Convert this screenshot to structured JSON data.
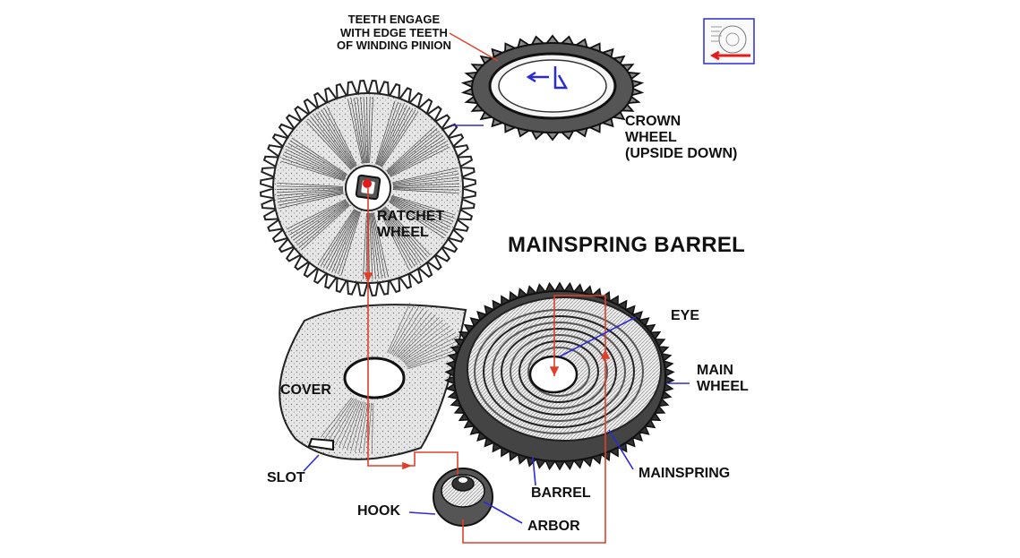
{
  "title": "MAINSPRING BARREL",
  "labels": {
    "teeth_engage": [
      "TEETH ENGAGE",
      "WITH EDGE TEETH",
      "OF WINDING PINION"
    ],
    "crown_wheel": [
      "CROWN",
      "WHEEL",
      "(UPSIDE DOWN)"
    ],
    "ratchet_wheel": [
      "RATCHET",
      "WHEEL"
    ],
    "eye": "EYE",
    "main_wheel": [
      "MAIN",
      "WHEEL"
    ],
    "cover": "COVER",
    "slot": "SLOT",
    "mainspring": "MAINSPRING",
    "barrel": "BARREL",
    "hook": "HOOK",
    "arbor": "ARBOR"
  },
  "colors": {
    "pointer_lines": "#2b2bd6",
    "red_path": "#e0402a",
    "red_dot": "#e31b1b",
    "ink": "#111111"
  },
  "icons": {
    "thumbnail": "mechanism-thumbnail-icon",
    "direction_arrow": "blue-rotation-arrow-icon"
  }
}
